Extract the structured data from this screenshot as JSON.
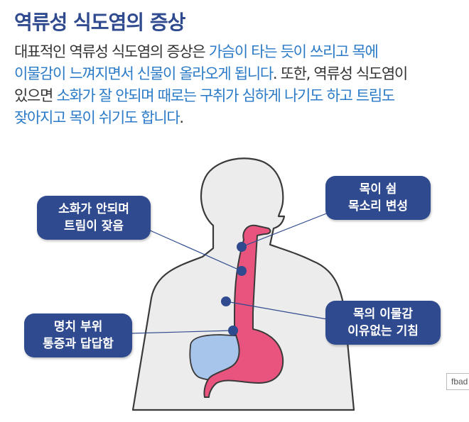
{
  "title": "역류성 식도염의 증상",
  "paragraph": [
    [
      {
        "t": "대표적인 역류성 식도염의 증상은 ",
        "hl": false
      },
      {
        "t": "가슴이 타는 듯이 쓰리고 목에",
        "hl": true
      }
    ],
    [
      {
        "t": "이물감이 느껴지면서 신물이 올라오게 됩니다",
        "hl": true
      },
      {
        "t": ". 또한, 역류성 식도염이",
        "hl": false
      }
    ],
    [
      {
        "t": "있으면 ",
        "hl": false
      },
      {
        "t": "소화가 잘 안되며 때로는 구취가 심하게 나기도 하고 트림도",
        "hl": true
      }
    ],
    [
      {
        "t": "잦아지고 목이 쉬기도 합니다",
        "hl": true
      },
      {
        "t": ".",
        "hl": false
      }
    ]
  ],
  "labels": {
    "throat": {
      "line1": "목이 쉼",
      "line2": "목소리 변성"
    },
    "digestion": {
      "line1": "소화가 안되며",
      "line2": "트림이 잦음"
    },
    "cough": {
      "line1": "목의 이물감",
      "line2": "이유없는 기침"
    },
    "chest": {
      "line1": "명치 부위",
      "line2": "통증과 답답함"
    }
  },
  "watermark": "fbad",
  "colors": {
    "title": "#2f4a8e",
    "highlight": "#2a7ac7",
    "label_bg": "#2f4a8e",
    "body_fill": "#ececec",
    "esophagus": "#e8547e",
    "liver": "#a7c4ea",
    "dot": "#2f4a8e"
  }
}
